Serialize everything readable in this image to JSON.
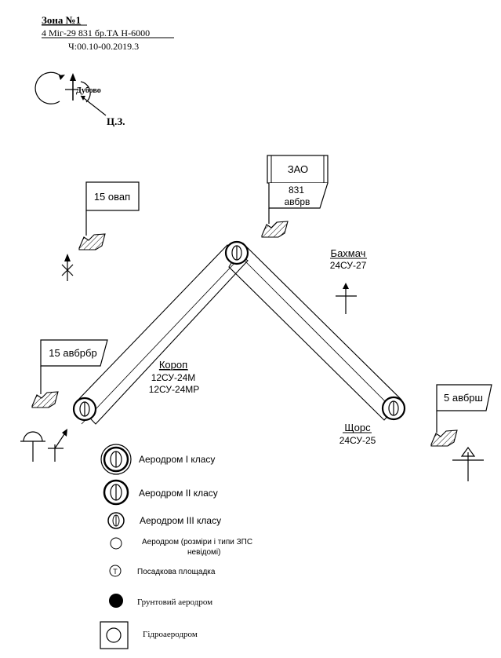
{
  "header": {
    "title": "Зона №1",
    "line1": "4 Міг-29 831 бр.ТА Н-6000",
    "line2": "Ч:00.10-00.2019.3"
  },
  "compass": {
    "place": "Дубово",
    "mark": "Ц.З."
  },
  "flags": {
    "flag_15_ovap": "15 овап",
    "flag_zao": "ЗАО",
    "flag_831_line1": "831",
    "flag_831_line2": "авбрв",
    "flag_15_avbrbr": "15 авбрбр",
    "flag_5_avbrsh": "5 авбрш"
  },
  "airfields": {
    "korop_name": "Короп",
    "korop_unit1": "12СУ-24М",
    "korop_unit2": "12СУ-24МР",
    "bakhmach_name": "Бахмач",
    "bakhmach_unit": "24СУ-27",
    "shchors_name": "Щорс",
    "shchors_unit": "24СУ-25"
  },
  "legend": {
    "class1": "Аеродром I класу",
    "class2": "Аеродром II класу",
    "class3": "Аеродром III класу",
    "unknown_line1": "Аеродром (розміри і типи ЗПС",
    "unknown_line2": "невідомі)",
    "landing_site": "Посадкова площадка",
    "landing_symbol": "T",
    "ground": "Грунтовий аеродром",
    "hydro": "Гідроаеродром"
  }
}
